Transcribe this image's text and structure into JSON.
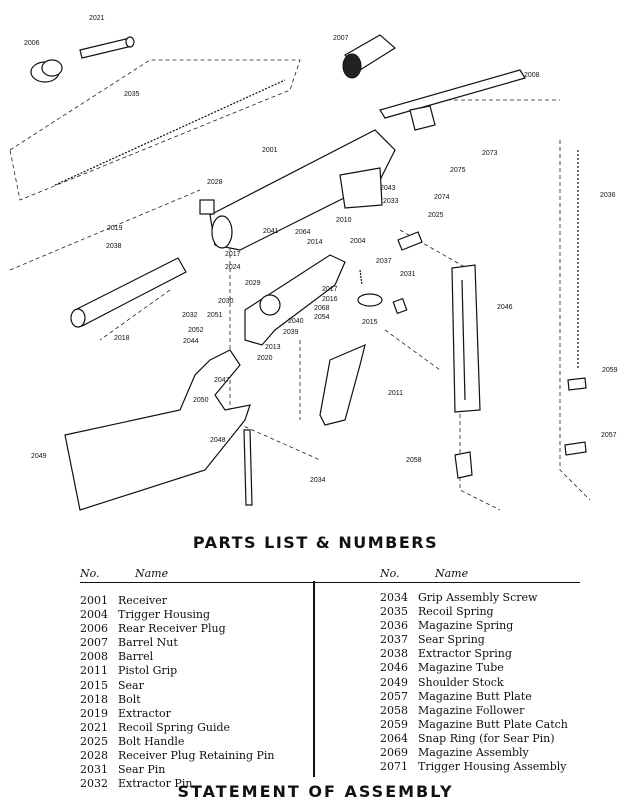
{
  "diagram": {
    "labels": [
      "2021",
      "2006",
      "2007",
      "2008",
      "2035",
      "2001",
      "2028",
      "2043",
      "2033",
      "2010",
      "2073",
      "2075",
      "2074",
      "2025",
      "2036",
      "2019",
      "2038",
      "2041",
      "2064",
      "2014",
      "2004",
      "2017",
      "2024",
      "2037",
      "2031",
      "2029",
      "2030",
      "2017",
      "2016",
      "2068",
      "2054",
      "2015",
      "2040",
      "2039",
      "2032",
      "2051",
      "2052",
      "2044",
      "2018",
      "2046",
      "2013",
      "2020",
      "2047",
      "2011",
      "2059",
      "2050",
      "2048",
      "2057",
      "2049",
      "2058",
      "2034"
    ]
  },
  "parts_list": {
    "title": "PARTS LIST & NUMBERS",
    "col_no": "No.",
    "col_name": "Name",
    "left": [
      {
        "no": "2001",
        "name": "Receiver"
      },
      {
        "no": "2004",
        "name": "Trigger Housing"
      },
      {
        "no": "2006",
        "name": "Rear Receiver Plug"
      },
      {
        "no": "2007",
        "name": "Barrel Nut"
      },
      {
        "no": "2008",
        "name": "Barrel"
      },
      {
        "no": "2011",
        "name": "Pistol Grip"
      },
      {
        "no": "2015",
        "name": "Sear"
      },
      {
        "no": "2018",
        "name": "Bolt"
      },
      {
        "no": "2019",
        "name": "Extractor"
      },
      {
        "no": "2021",
        "name": "Recoil Spring Guide"
      },
      {
        "no": "2025",
        "name": "Bolt Handle"
      },
      {
        "no": "2028",
        "name": "Receiver Plug Retaining Pin"
      },
      {
        "no": "2031",
        "name": "Sear Pin"
      },
      {
        "no": "2032",
        "name": "Extractor Pin"
      }
    ],
    "right": [
      {
        "no": "2034",
        "name": "Grip Assembly Screw"
      },
      {
        "no": "2035",
        "name": "Recoil Spring"
      },
      {
        "no": "2036",
        "name": "Magazine Spring"
      },
      {
        "no": "2037",
        "name": "Sear Spring"
      },
      {
        "no": "2038",
        "name": "Extractor Spring"
      },
      {
        "no": "2046",
        "name": "Magazine Tube"
      },
      {
        "no": "2049",
        "name": "Shoulder Stock"
      },
      {
        "no": "2057",
        "name": "Magazine Butt Plate"
      },
      {
        "no": "2058",
        "name": "Magazine Follower"
      },
      {
        "no": "2059",
        "name": "Magazine Butt Plate Catch"
      },
      {
        "no": "2064",
        "name": "Snap Ring (for Sear Pin)"
      },
      {
        "no": "2069",
        "name": "Magazine Assembly"
      },
      {
        "no": "2071",
        "name": "Trigger Housing Assembly"
      }
    ]
  },
  "footer_heading": "STATEMENT OF ASSEMBLY"
}
